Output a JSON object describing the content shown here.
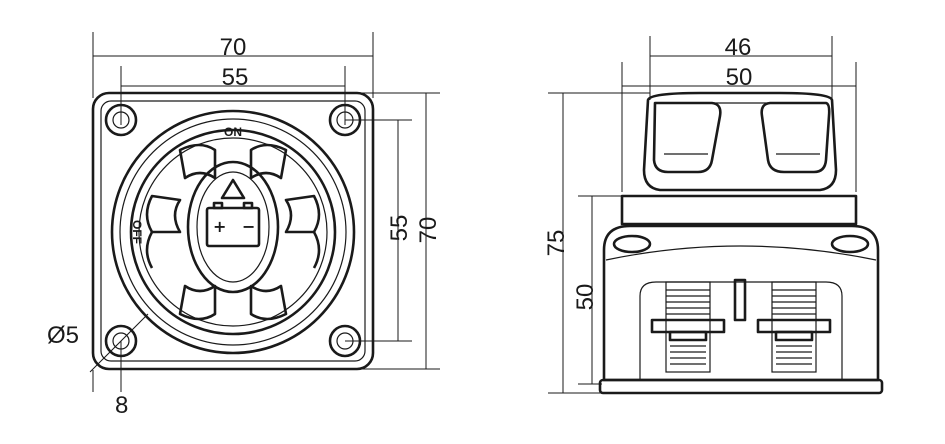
{
  "front_view": {
    "width_outer": "70",
    "width_holes": "55",
    "height_holes": "55",
    "height_outer": "70",
    "hole_diameter": "Ø5",
    "hole_offset": "8",
    "label_on": "ON",
    "label_off": "OFF",
    "battery_plus": "+",
    "battery_minus": "−"
  },
  "side_view": {
    "width_top": "46",
    "width_top_outer": "50",
    "height_total": "75",
    "height_body": "50"
  }
}
